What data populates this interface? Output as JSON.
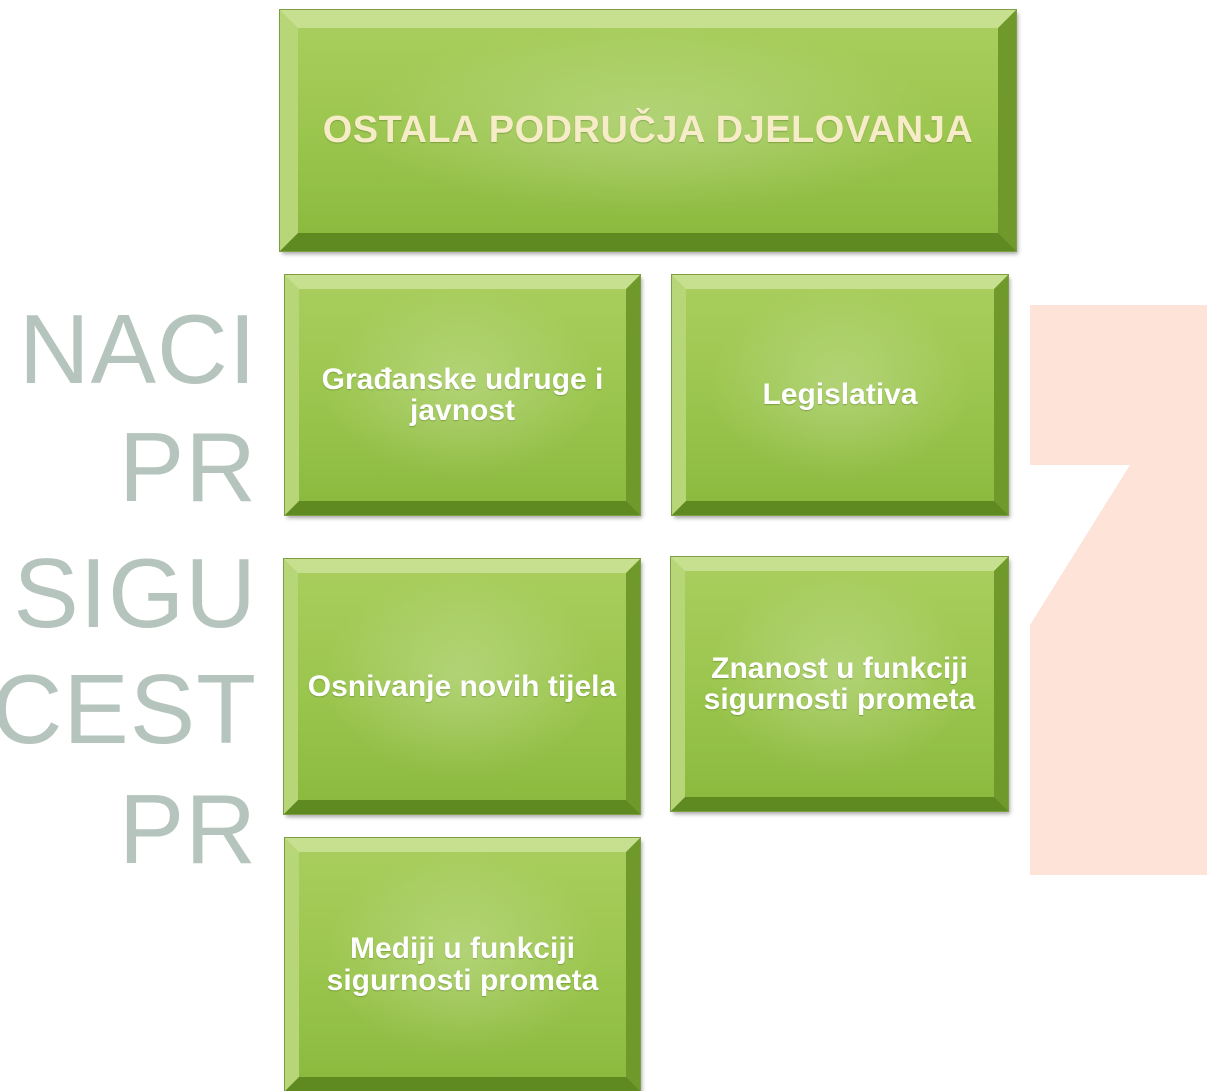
{
  "background": {
    "watermark_lines": [
      "NACI",
      "PR",
      "SIGU",
      "CEST",
      "PR"
    ],
    "watermark_color": "#b5c4bd",
    "logo_color": "#fde3d8"
  },
  "diagram": {
    "title": "OSTALA PODRUČJA DJELOVANJA",
    "nodes": [
      {
        "id": "a",
        "label": "Građanske udruge i javnost"
      },
      {
        "id": "b",
        "label": "Legislativa"
      },
      {
        "id": "c",
        "label": "Osnivanje novih tijela"
      },
      {
        "id": "d",
        "label": "Znanost u funkciji sigurnosti prometa"
      },
      {
        "id": "e",
        "label": "Mediji u funkciji sigurnosti prometa"
      }
    ],
    "colors": {
      "box_fill": "#9ac54d",
      "title_text": "#f6ecc8",
      "node_text": "#ffffff"
    }
  }
}
